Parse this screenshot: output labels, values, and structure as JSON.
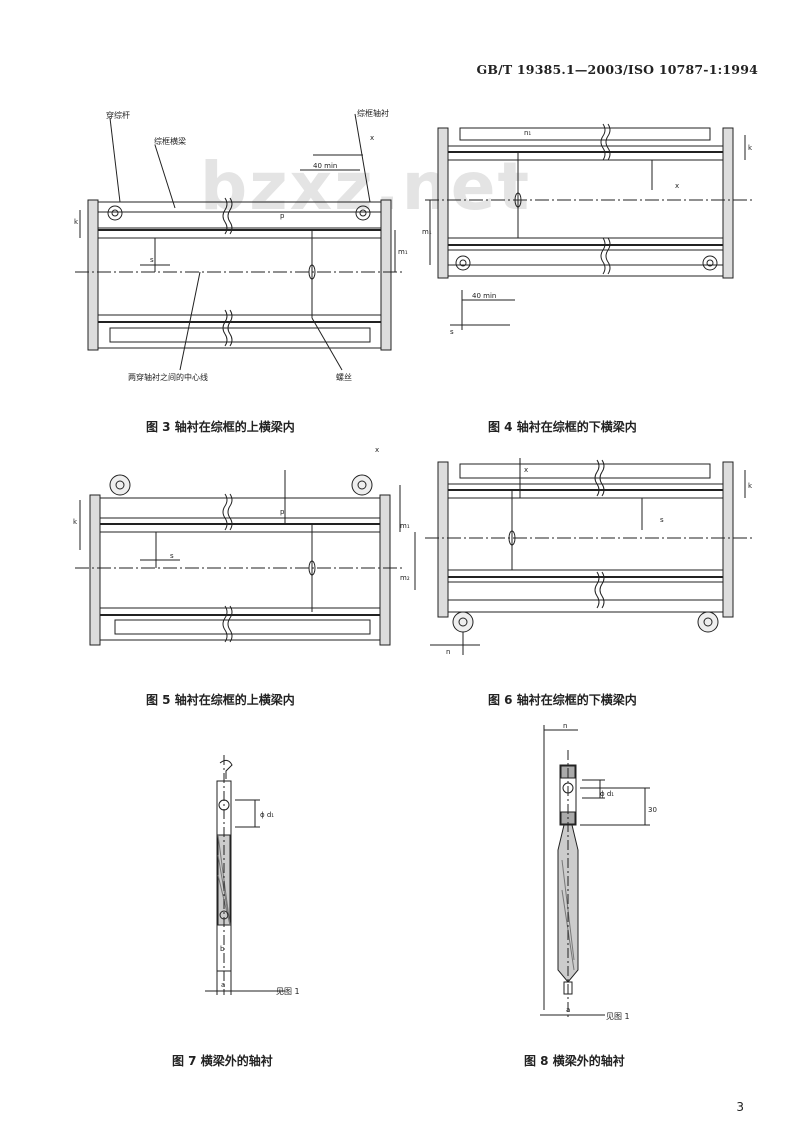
{
  "header": {
    "standard": "GB/T 19385.1—2003/ISO 10787-1:1994"
  },
  "watermark": "bzxz.net",
  "figures": {
    "fig3": {
      "caption": "图 3   轴衬在综框的上横梁内",
      "labels": {
        "lift_rod": "穿综杆",
        "heddle_bar": "综框横梁",
        "bushing_top": "综框轴衬",
        "axis_line": "两穿轴衬之间的中心线",
        "screw": "螺丝"
      },
      "dims": {
        "min40": "40 min",
        "x": "x",
        "k": "k",
        "m1": "m₁",
        "s": "s",
        "p": "p"
      }
    },
    "fig4": {
      "caption": "图 4   轴衬在综框的下横梁内",
      "dims": {
        "min40": "40 min",
        "n1": "n₁",
        "k": "k",
        "m1": "m₁",
        "x": "x",
        "s": "s"
      }
    },
    "fig5": {
      "caption": "图 5   轴衬在综框的上横梁内",
      "dims": {
        "k": "k",
        "m1": "m₁",
        "m2": "m₂",
        "s": "s",
        "x": "x",
        "p": "p"
      }
    },
    "fig6": {
      "caption": "图 6   轴衬在综框的下横梁内",
      "dims": {
        "k": "k",
        "x": "x",
        "s": "s",
        "n": "n"
      }
    },
    "fig7": {
      "caption": "图 7   横梁外的轴衬",
      "dims": {
        "phi": "ϕ d₁",
        "b": "b",
        "a": "a"
      },
      "note": "见图 1"
    },
    "fig8": {
      "caption": "图 8   横梁外的轴衬",
      "dims": {
        "phi": "ϕ d₁",
        "thirty": "30",
        "n": "n",
        "a": "a"
      },
      "note": "见图 1"
    }
  },
  "page_number": "3"
}
